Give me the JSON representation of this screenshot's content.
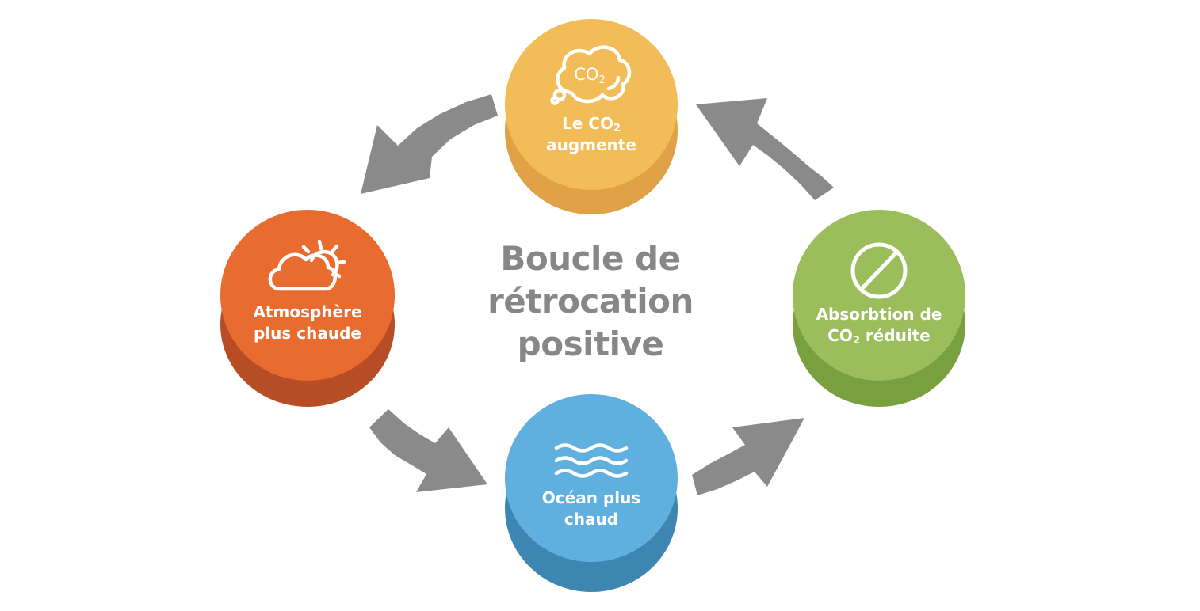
{
  "diagram": {
    "title": {
      "line1": "Boucle de",
      "line2": "rétrocation",
      "line3": "positive"
    },
    "colors": {
      "title": "#878787",
      "arrow": "#8a8a8a",
      "co2": "#f2bc58",
      "atmosphere": "#e86b30",
      "ocean": "#5fb0df",
      "absorption": "#9bbd5c"
    },
    "nodes": {
      "co2": {
        "line1_prefix": "Le CO",
        "line1_sub": "2",
        "line2": "augmente",
        "icon": "co2-cloud-icon"
      },
      "atmosphere": {
        "line1": "Atmosphère",
        "line2": "plus chaude",
        "icon": "cloud-sun-icon"
      },
      "ocean": {
        "line1": "Océan plus",
        "line2": "chaud",
        "icon": "waves-icon"
      },
      "absorption": {
        "line1": "Absorbtion de",
        "line2_prefix": "CO",
        "line2_sub": "2",
        "line2_suffix": " réduite",
        "icon": "prohibited-icon"
      }
    },
    "co2_icon_label_prefix": "CO",
    "co2_icon_label_sub": "2"
  }
}
